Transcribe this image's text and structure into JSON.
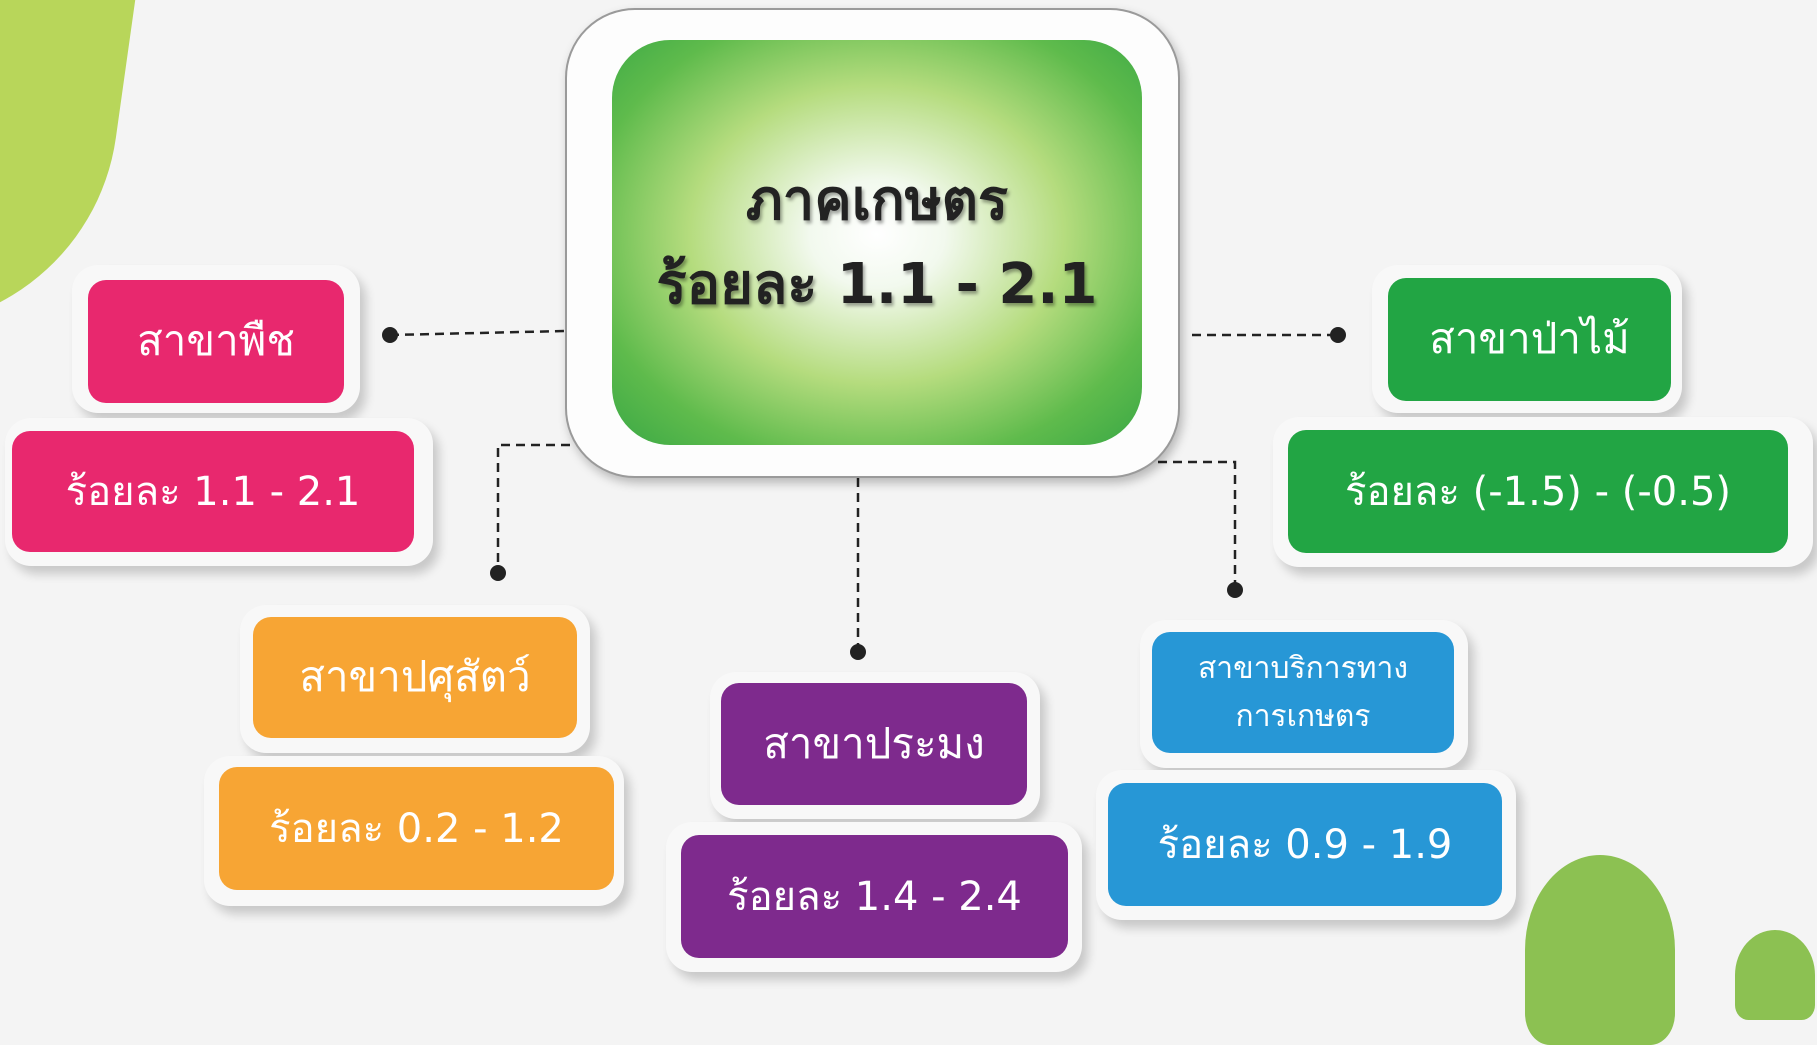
{
  "center": {
    "title": "ภาคเกษตร",
    "range": "ร้อยละ 1.1 - 2.1"
  },
  "branches": {
    "crops": {
      "name": "สาขาพืช",
      "range": "ร้อยละ 1.1 - 2.1",
      "color": "#e8286e"
    },
    "livestock": {
      "name": "สาขาปศุสัตว์",
      "range": "ร้อยละ 0.2 - 1.2",
      "color": "#f7a534"
    },
    "fishery": {
      "name": "สาขาประมง",
      "range": "ร้อยละ 1.4 - 2.4",
      "color": "#7e2a8d"
    },
    "agri_services": {
      "name_line1": "สาขาบริการทาง",
      "name_line2": "การเกษตร",
      "range": "ร้อยละ 0.9 - 1.9",
      "color": "#2797d6"
    },
    "forestry": {
      "name": "สาขาป่าไม้",
      "range": "ร้อยละ (-1.5) - (-0.5)",
      "color": "#22a544"
    }
  },
  "colors": {
    "center_gradient_edge": "#3aa845",
    "connector": "#222222",
    "decor_green": "#b8d65a"
  }
}
